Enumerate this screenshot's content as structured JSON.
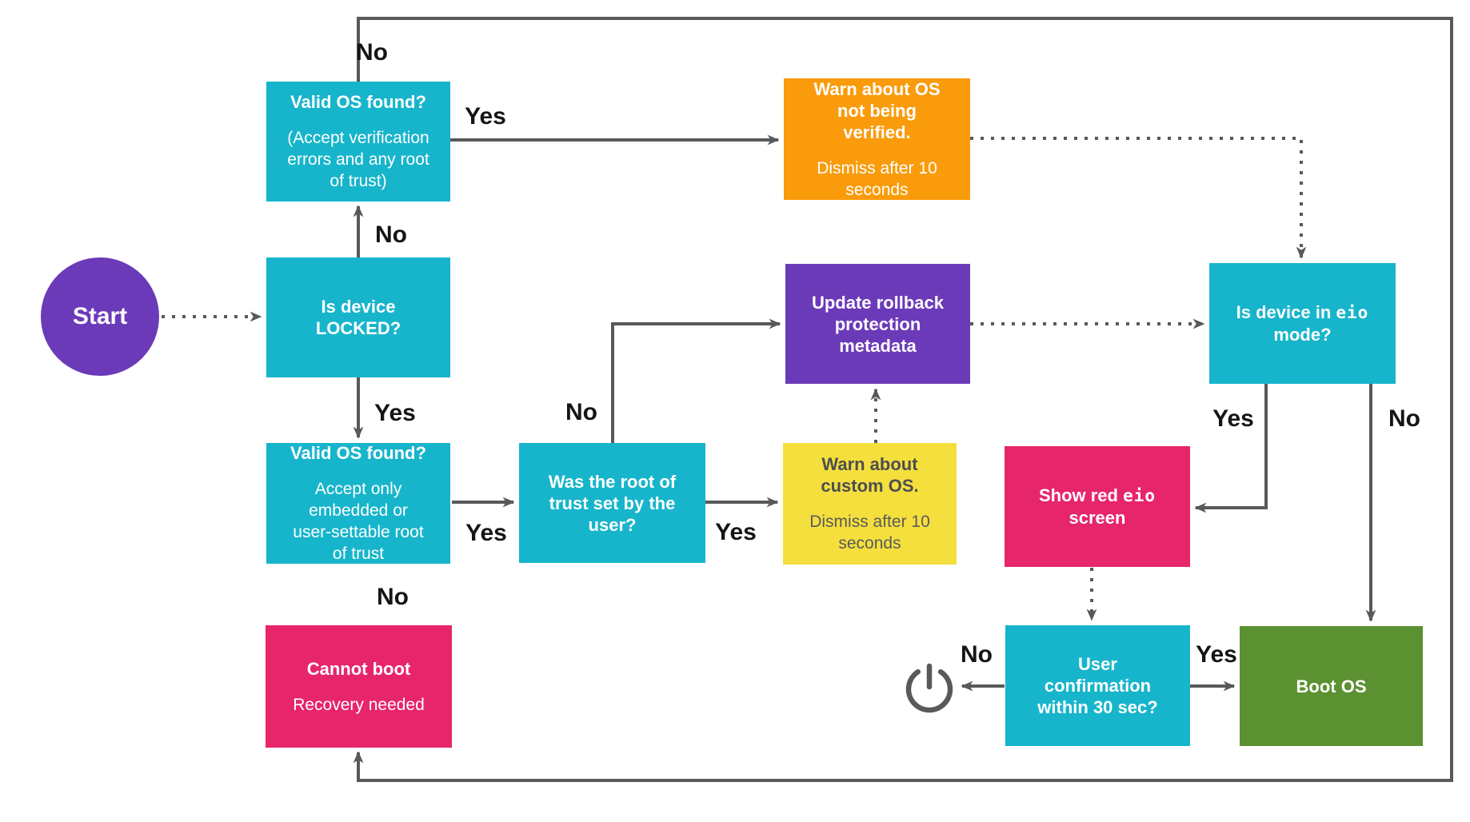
{
  "diagram": {
    "colors": {
      "cyan": "#17B5CB",
      "purple": "#6B3AB8",
      "orange": "#F99B0B",
      "yellow": "#F4DF3D",
      "pink": "#E7256B",
      "green": "#5C9132",
      "connector_gray": "#58595B"
    },
    "start": {
      "label": "Start"
    },
    "nodes": {
      "valid_os_top": {
        "title": "Valid OS found?",
        "subtitle": "(Accept verification\nerrors and any root\nof trust)"
      },
      "warn_unverified": {
        "title": "Warn about OS\nnot being\nverified.",
        "subtitle": "Dismiss after 10\nseconds"
      },
      "locked": {
        "title": "Is device\nLOCKED?"
      },
      "update_rollback": {
        "title": "Update rollback\nprotection\nmetadata"
      },
      "eio_mode": {
        "prefix": "Is device in ",
        "code": "eio",
        "suffix": "\nmode?"
      },
      "valid_os_bottom": {
        "title": "Valid OS found?",
        "subtitle": "Accept only\nembedded or\nuser-settable root\nof trust"
      },
      "root_trust": {
        "title": "Was the root of\ntrust set by the\nuser?"
      },
      "warn_custom": {
        "title": "Warn about\ncustom OS.",
        "subtitle": "Dismiss after 10\nseconds"
      },
      "show_red_eio": {
        "prefix": "Show red ",
        "code": "eio",
        "suffix": "\nscreen"
      },
      "cannot_boot": {
        "title": "Cannot boot",
        "subtitle": "Recovery needed"
      },
      "user_confirm": {
        "title": "User\nconfirmation\nwithin 30 sec?"
      },
      "boot_os": {
        "title": "Boot OS"
      }
    },
    "edge_labels": {
      "valid_top_no": "No",
      "valid_top_yes": "Yes",
      "locked_no": "No",
      "locked_yes": "Yes",
      "root_trust_no": "No",
      "valid_bottom_yes": "Yes",
      "root_trust_yes": "Yes",
      "valid_bottom_no": "No",
      "eio_yes": "Yes",
      "eio_no": "No",
      "confirm_no": "No",
      "confirm_yes": "Yes"
    },
    "icons": {
      "power": "power-icon"
    }
  }
}
